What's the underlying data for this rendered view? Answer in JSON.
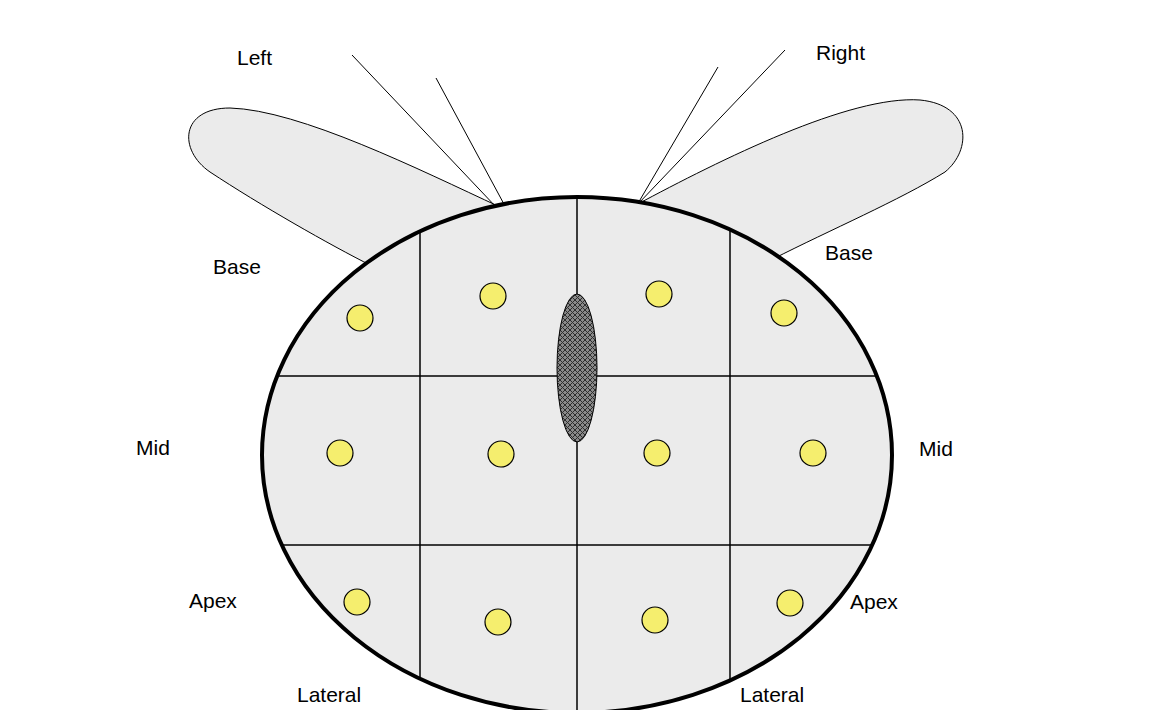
{
  "diagram": {
    "labels": [
      "Left",
      "Right",
      "Base",
      "Base",
      "Mid",
      "Mid",
      "Apex",
      "Apex",
      "Lateral",
      "Lateral"
    ]
  }
}
